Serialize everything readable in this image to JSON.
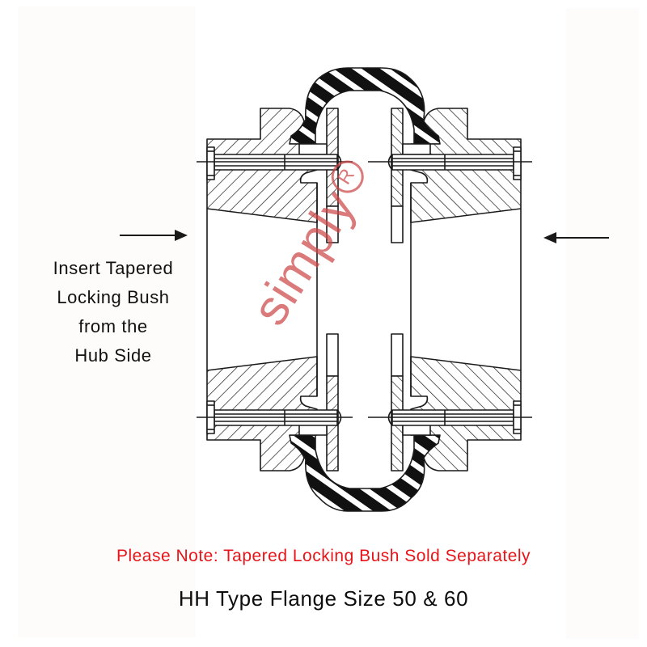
{
  "diagram": {
    "title": "HH Type Flange Size 50 & 60",
    "note": "Please Note: Tapered Locking Bush Sold Separately",
    "instruction_lines": [
      "Insert Tapered",
      "Locking Bush",
      "from the",
      "Hub Side"
    ],
    "watermark": "simply",
    "watermark_mark": "R",
    "arrows": [
      {
        "name": "left-arrow",
        "direction": "right"
      },
      {
        "name": "right-arrow",
        "direction": "left"
      }
    ],
    "components": [
      "flange-hub-left",
      "flange-hub-right",
      "clamp-ring-left",
      "clamp-ring-right",
      "rubber-tyre-element",
      "bolts",
      "tapered-bore"
    ],
    "colors": {
      "note": "#e8141a",
      "title": "#0d0d0d",
      "line": "#1a1a1a",
      "watermark": "#cd4646"
    }
  }
}
